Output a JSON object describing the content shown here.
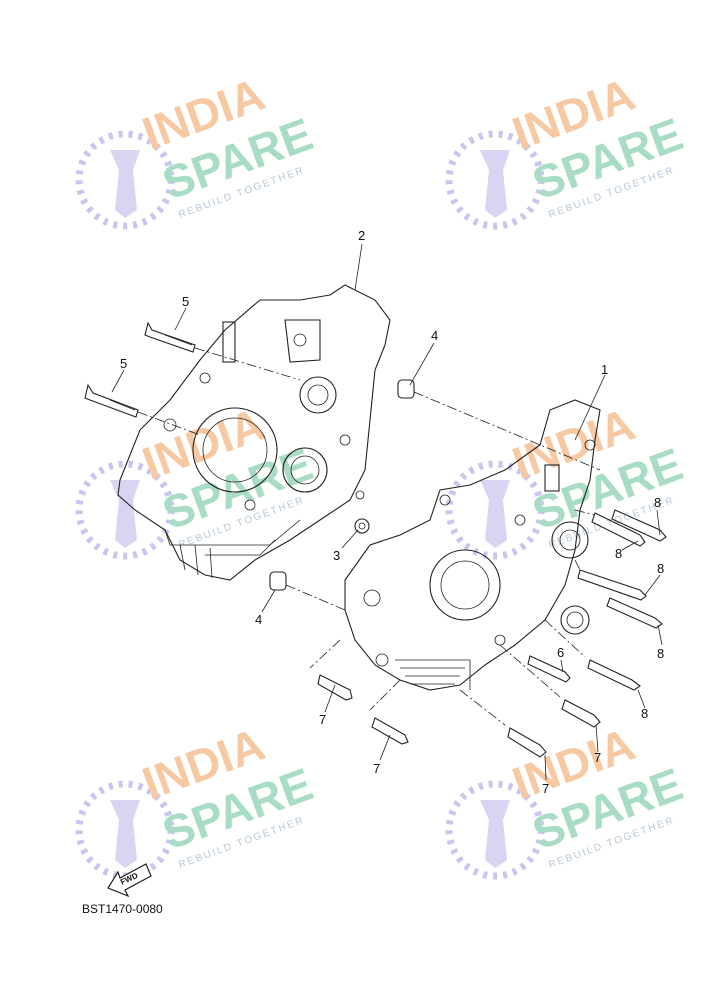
{
  "watermark": {
    "line1": "INDIA",
    "line2": "SPARE",
    "tagline": "REBUILD TOGETHER",
    "color_line1": "#f6c9a3",
    "color_line2": "#a9dcc4",
    "color_tagline": "#b7c6d6",
    "color_icon": "#c9c6ee"
  },
  "callouts": {
    "c1": "1",
    "c2": "2",
    "c3": "3",
    "c4a": "4",
    "c4b": "4",
    "c5a": "5",
    "c5b": "5",
    "c6": "6",
    "c7a": "7",
    "c7b": "7",
    "c7c": "7",
    "c7d": "7",
    "c8a": "8",
    "c8b": "8",
    "c8c": "8",
    "c8d": "8",
    "c8e": "8"
  },
  "fwd_label": "FWD",
  "diagram_code": "BST1470-0080"
}
